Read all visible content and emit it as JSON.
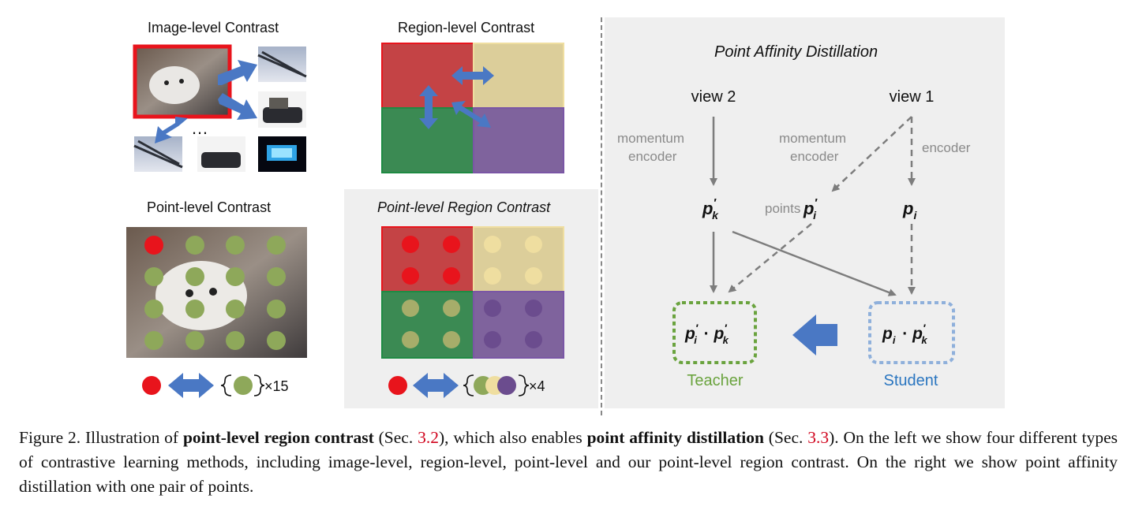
{
  "panels": {
    "image_level": {
      "title": "Image-level Contrast",
      "ellipsis": "…"
    },
    "region_level": {
      "title": "Region-level Contrast"
    },
    "point_level": {
      "title": "Point-level Contrast",
      "multiplier": "×15"
    },
    "point_region": {
      "title": "Point-level Region Contrast",
      "multiplier": "×4"
    }
  },
  "distillation": {
    "title": "Point Affinity Distillation",
    "view2": "view 2",
    "view1": "view 1",
    "momentum_encoder_left": "momentum\nencoder",
    "momentum_encoder_mid": "momentum\nencoder",
    "encoder": "encoder",
    "points": "points",
    "teacher": "Teacher",
    "student": "Student"
  },
  "caption": {
    "fig": "Figure 2.",
    "t1": " Illustration of ",
    "b1": "point-level region contrast",
    "t2": " (Sec. ",
    "r1": "3.2",
    "t3": "), which also enables ",
    "b2": "point affinity distillation",
    "t4": " (Sec. ",
    "r2": "3.3",
    "t5": ").  On the left we show four different types of contrastive learning methods, including image-level, region-level, point-level and our point-level region contrast. On the right we show point affinity distillation with one pair of points."
  },
  "colors": {
    "red": "#e8141c",
    "green": "#8ea85a",
    "yellow": "#efdea0",
    "purple": "#6b4c8e",
    "arrow_blue": "#4a78c4",
    "teacher_green": "#6aa33e",
    "student_blue": "#2b76c0",
    "panel_gray": "#efefef"
  }
}
